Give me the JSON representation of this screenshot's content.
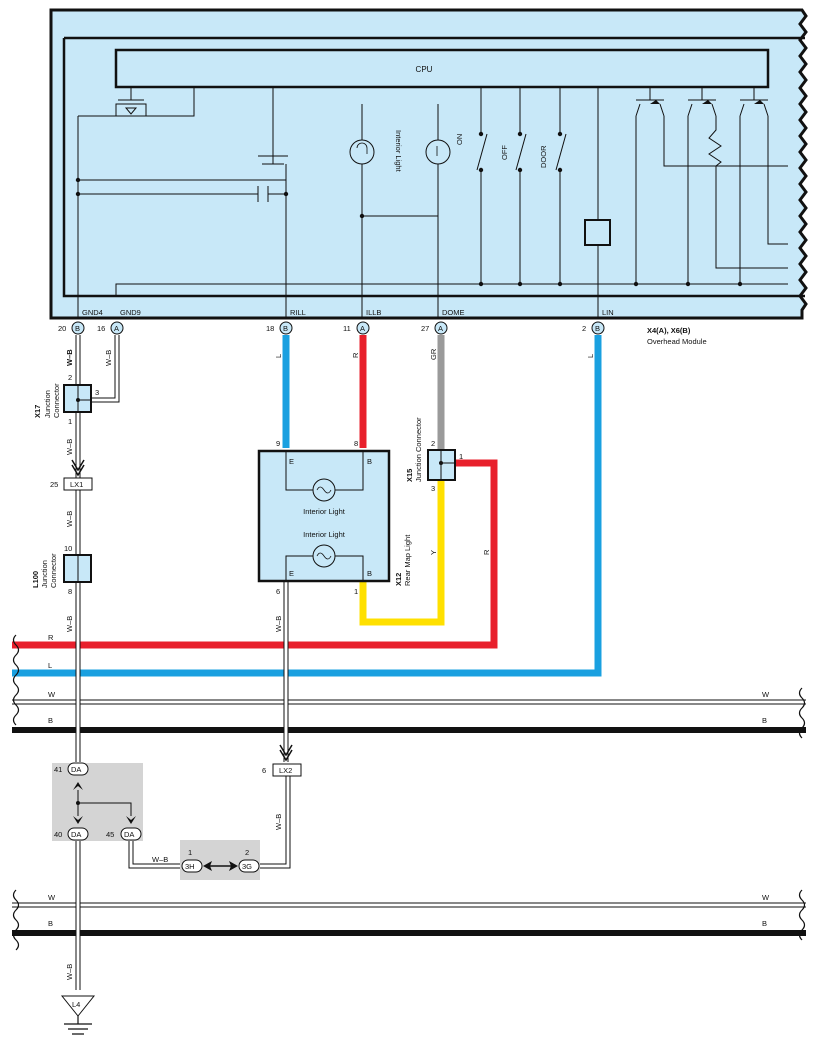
{
  "module": {
    "cpu": "CPU",
    "interior_light": "Interior Light",
    "switches": [
      "ON",
      "OFF",
      "DOOR"
    ],
    "terminals": [
      "GND4",
      "GND9",
      "RILL",
      "ILLB",
      "DOME",
      "LIN"
    ],
    "ref": "X4(A), X6(B)",
    "name": "Overhead Module"
  },
  "pins": {
    "p20": "20",
    "pB": "B",
    "p16": "16",
    "pA": "A",
    "p18": "18",
    "p11": "11",
    "p27": "27",
    "p2": "2"
  },
  "wires": {
    "WB": "W–B",
    "L": "L",
    "R": "R",
    "GR": "GR",
    "Y": "Y",
    "W": "W",
    "B": "B"
  },
  "x17": {
    "ref": "X17",
    "line1": "Junction",
    "line2": "Connector",
    "pins": [
      "2",
      "3",
      "1"
    ]
  },
  "lx1": {
    "id": "LX1",
    "pin": "25"
  },
  "l100": {
    "ref": "L100",
    "line1": "Junction",
    "line2": "Connector",
    "pins": [
      "10",
      "8"
    ]
  },
  "x12": {
    "ref": "X12",
    "name": "Rear Map Light",
    "light1": "Interior Light",
    "light2": "Interior Light",
    "pins": [
      "9",
      "8",
      "6",
      "1"
    ],
    "terms": [
      "E",
      "B",
      "E",
      "B"
    ]
  },
  "x15": {
    "ref": "X15",
    "name": "Junction Connector",
    "pins": [
      "2",
      "1",
      "3"
    ]
  },
  "lx2": {
    "id": "LX2",
    "pin": "6"
  },
  "da": {
    "id": "DA",
    "pins": [
      "41",
      "40",
      "45"
    ]
  },
  "h3": {
    "id": "3H",
    "pin": "1"
  },
  "g3": {
    "id": "3G",
    "pin": "2"
  },
  "ground": {
    "id": "L4"
  },
  "colors": {
    "module_fill": "#c8e8f8",
    "blue_wire": "#1aa0e0",
    "red_wire": "#e8202c",
    "gray_wire": "#9a9a9a",
    "yellow_wire": "#ffe000",
    "splice_bg": "#d4d4d4"
  }
}
